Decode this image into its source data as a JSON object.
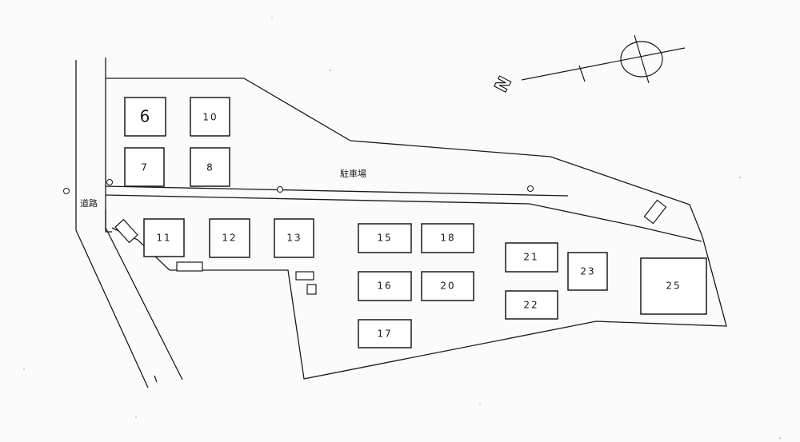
{
  "labels": {
    "parking": "駐車場",
    "road": "道路"
  },
  "compass": {
    "north_letter": "N"
  },
  "units": [
    {
      "id": "6",
      "label": "6"
    },
    {
      "id": "10",
      "label": "10"
    },
    {
      "id": "7",
      "label": "7"
    },
    {
      "id": "8",
      "label": "8"
    },
    {
      "id": "11",
      "label": "11"
    },
    {
      "id": "12",
      "label": "12"
    },
    {
      "id": "13",
      "label": "13"
    },
    {
      "id": "15",
      "label": "15"
    },
    {
      "id": "18",
      "label": "18"
    },
    {
      "id": "16",
      "label": "16"
    },
    {
      "id": "20",
      "label": "20"
    },
    {
      "id": "17",
      "label": "17"
    },
    {
      "id": "21",
      "label": "21"
    },
    {
      "id": "22",
      "label": "22"
    },
    {
      "id": "23",
      "label": "23"
    },
    {
      "id": "25",
      "label": "25"
    }
  ]
}
